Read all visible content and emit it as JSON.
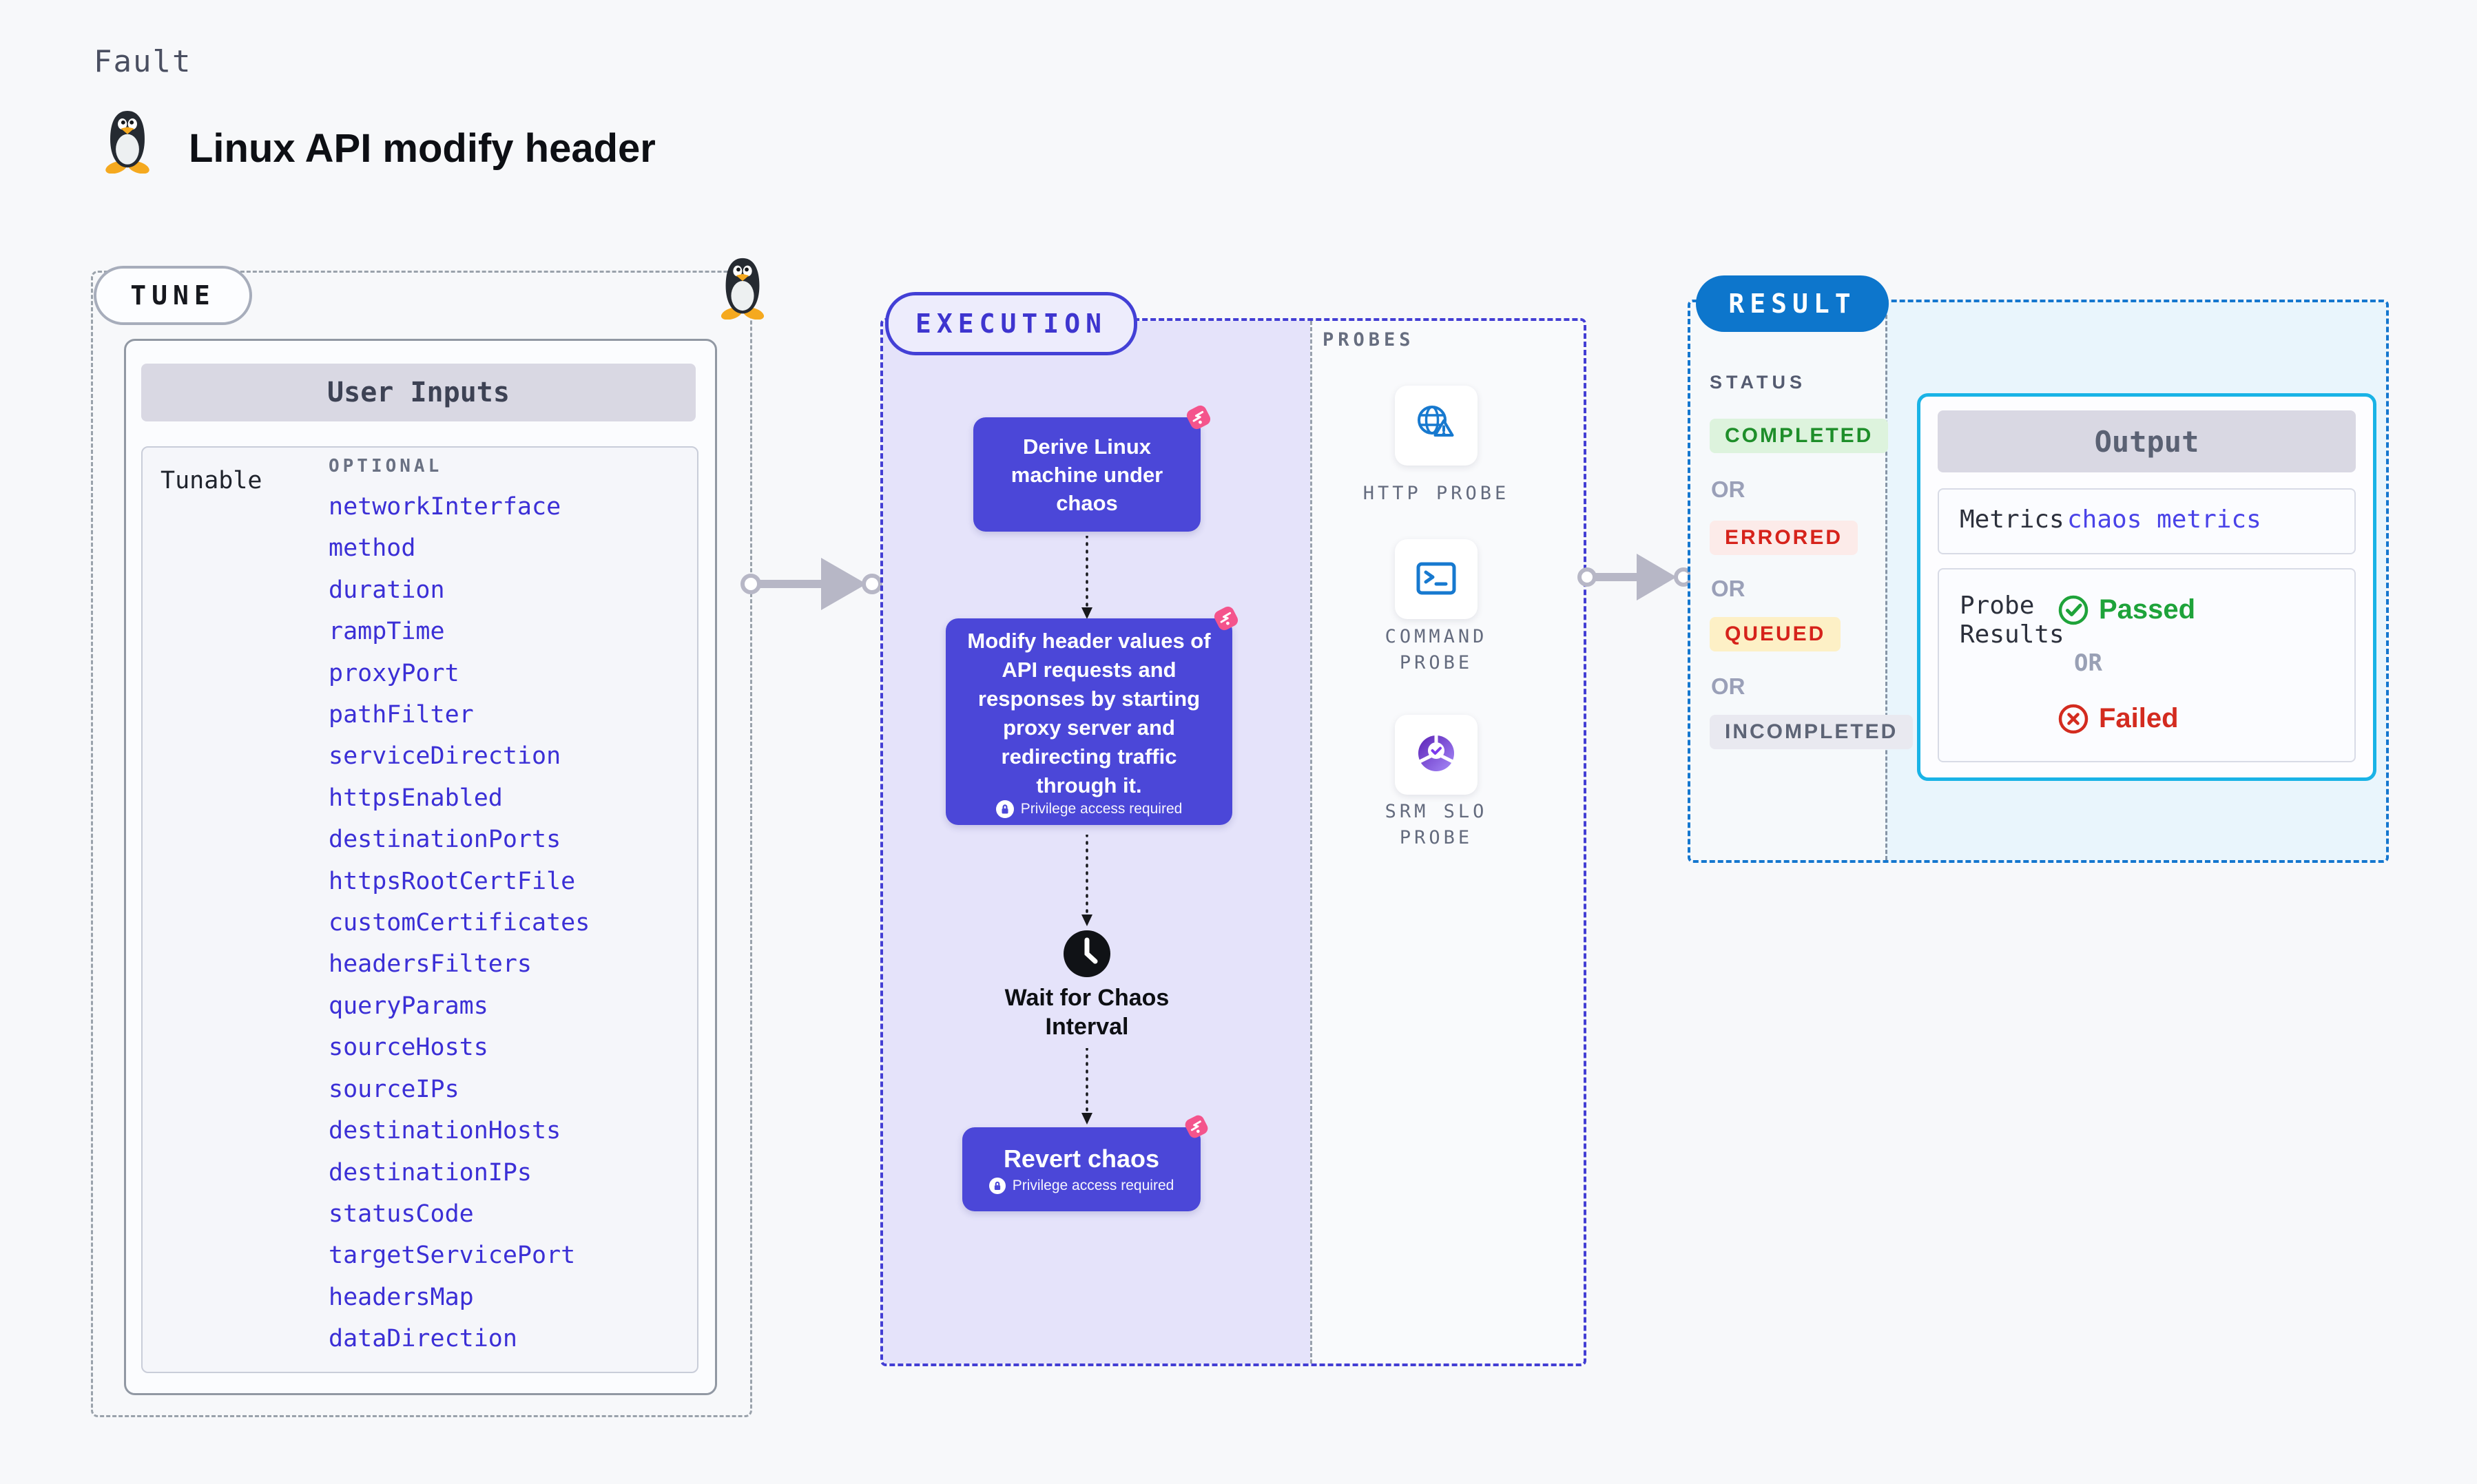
{
  "page": {
    "kicker": "Fault",
    "title": "Linux API modify header"
  },
  "tune": {
    "label": "TUNE",
    "card_title": "User Inputs",
    "column_label": "Tunable",
    "optional_label": "OPTIONAL",
    "tunables": [
      "networkInterface",
      "method",
      "duration",
      "rampTime",
      "proxyPort",
      "pathFilter",
      "serviceDirection",
      "httpsEnabled",
      "destinationPorts",
      "httpsRootCertFile",
      "customCertificates",
      "headersFilters",
      "queryParams",
      "sourceHosts",
      "sourceIPs",
      "destinationHosts",
      "destinationIPs",
      "statusCode",
      "targetServicePort",
      "headersMap",
      "dataDirection"
    ]
  },
  "execution": {
    "label": "EXECUTION",
    "steps": {
      "derive": "Derive Linux machine under chaos",
      "modify": "Modify header values of API requests and responses by starting proxy server and redirecting traffic through it.",
      "wait": "Wait for Chaos Interval",
      "revert": "Revert chaos"
    },
    "privilege_note": "Privilege access required"
  },
  "probes": {
    "label": "PROBES",
    "items": [
      {
        "label": "HTTP PROBE",
        "icon": "globe-warning-icon"
      },
      {
        "label": "COMMAND PROBE",
        "icon": "terminal-icon"
      },
      {
        "label": "SRM SLO PROBE",
        "icon": "slo-donut-icon"
      }
    ]
  },
  "result": {
    "label": "RESULT",
    "status_label": "STATUS",
    "or_label": "OR",
    "statuses": [
      "COMPLETED",
      "ERRORED",
      "QUEUED",
      "INCOMPLETED"
    ],
    "output": {
      "title": "Output",
      "metrics_label": "Metrics",
      "metrics_link": "chaos metrics",
      "probe_results_label": "Probe Results",
      "passed": "Passed",
      "failed": "Failed"
    }
  },
  "icons": {
    "penguin-icon": "tux penguin",
    "chaos-flask-icon": "pink chaos badge",
    "clock-icon": "black clock",
    "lock-icon": "privilege lock",
    "globe-warning-icon": "globe with warning triangle",
    "terminal-icon": "command prompt",
    "slo-donut-icon": "purple donut with check",
    "check-circle-icon": "green check circle",
    "x-circle-icon": "red x circle"
  },
  "colors": {
    "page_bg": "#f7f8fa",
    "indigo_box": "#4b47d8",
    "exec_border": "#433ed4",
    "exec_fill": "#e5e3fa",
    "tunable_link": "#3b2fd6",
    "flask_pink": "#f4548c",
    "probe_blue": "#1779cf",
    "result_blue": "#0d76cc",
    "result_border": "#1577cf",
    "result_fill": "#e9f5fc",
    "output_border": "#19b3e6",
    "completed_green": "#1e8e2a",
    "errored_red": "#d6231b",
    "queued_yellow_bg": "#fdf0c6",
    "passed_green": "#1ea33a",
    "failed_red": "#d32b1f",
    "header_bar": "#d9d8e3"
  }
}
